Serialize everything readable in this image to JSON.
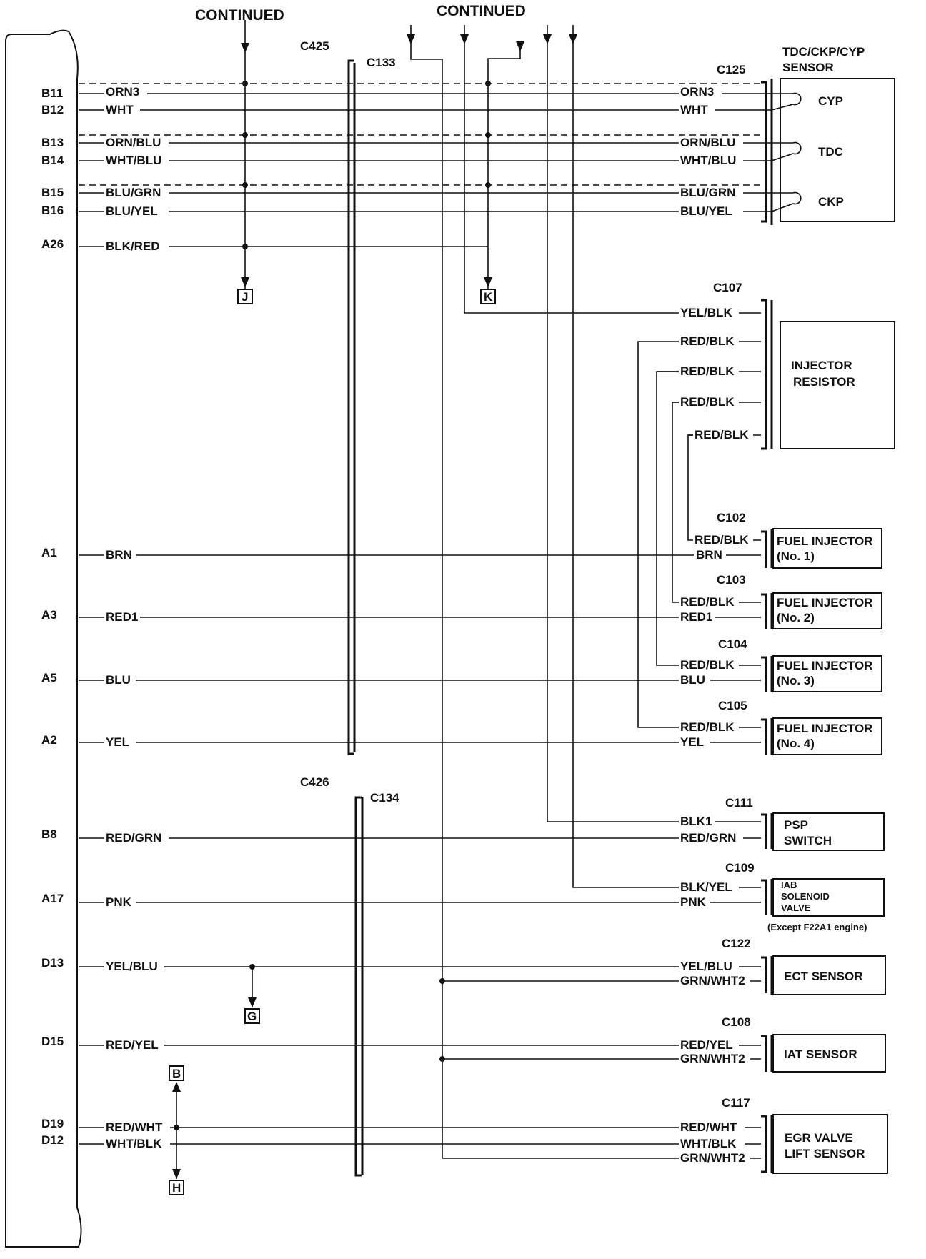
{
  "continued_labels": [
    "CONTINUED",
    "CONTINUED"
  ],
  "pins": [
    {
      "id": "B11",
      "label": "B11"
    },
    {
      "id": "B12",
      "label": "B12"
    },
    {
      "id": "B13",
      "label": "B13"
    },
    {
      "id": "B14",
      "label": "B14"
    },
    {
      "id": "B15",
      "label": "B15"
    },
    {
      "id": "B16",
      "label": "B16"
    },
    {
      "id": "A26",
      "label": "A26"
    },
    {
      "id": "A1",
      "label": "A1"
    },
    {
      "id": "A3",
      "label": "A3"
    },
    {
      "id": "A5",
      "label": "A5"
    },
    {
      "id": "A2",
      "label": "A2"
    },
    {
      "id": "B8",
      "label": "B8"
    },
    {
      "id": "A17",
      "label": "A17"
    },
    {
      "id": "D13",
      "label": "D13"
    },
    {
      "id": "D15",
      "label": "D15"
    },
    {
      "id": "D19",
      "label": "D19"
    },
    {
      "id": "D12",
      "label": "D12"
    }
  ],
  "wires_left": {
    "B11": "ORN3",
    "B12": "WHT",
    "B13": "ORN/BLU",
    "B14": "WHT/BLU",
    "B15": "BLU/GRN",
    "B16": "BLU/YEL",
    "A26": "BLK/RED",
    "A1": "BRN",
    "A3": "RED1",
    "A5": "BLU",
    "A2": "YEL",
    "B8": "RED/GRN",
    "A17": "PNK",
    "D13": "YEL/BLU",
    "D15": "RED/YEL",
    "D19": "RED/WHT",
    "D12": "WHT/BLK"
  },
  "connectors": {
    "C425": "C425",
    "C133": "C133",
    "C426": "C426",
    "C134": "C134",
    "C125": "C125",
    "C107": "C107",
    "C102": "C102",
    "C103": "C103",
    "C104": "C104",
    "C105": "C105",
    "C111": "C111",
    "C109": "C109",
    "C122": "C122",
    "C108": "C108",
    "C117": "C117"
  },
  "ref_boxes": {
    "J": "J",
    "K": "K",
    "G": "G",
    "B": "B",
    "H": "H"
  },
  "components": {
    "tdc_title_1": "TDC/CKP/CYP",
    "tdc_title_2": "SENSOR",
    "cyp": "CYP",
    "tdc": "TDC",
    "ckp": "CKP",
    "injector_resistor_1": "INJECTOR",
    "injector_resistor_2": "RESISTOR",
    "fuel_injector": "FUEL INJECTOR",
    "no1": "(No. 1)",
    "no2": "(No. 2)",
    "no3": "(No. 3)",
    "no4": "(No. 4)",
    "psp_1": "PSP",
    "psp_2": "SWITCH",
    "iab_1": "IAB",
    "iab_2": "SOLENOID",
    "iab_3": "VALVE",
    "iab_note": "(Except F22A1 engine)",
    "ect": "ECT SENSOR",
    "iat": "IAT SENSOR",
    "egr_1": "EGR VALVE",
    "egr_2": "LIFT SENSOR"
  },
  "wires_right": {
    "c125_orn3": "ORN3",
    "c125_wht": "WHT",
    "c125_ornblu": "ORN/BLU",
    "c125_whtblu": "WHT/BLU",
    "c125_blugrn": "BLU/GRN",
    "c125_bluyel": "BLU/YEL",
    "c107_yelblk": "YEL/BLK",
    "redblk": "RED/BLK",
    "c102_brn": "BRN",
    "c103_red1": "RED1",
    "c104_blu": "BLU",
    "c105_yel": "YEL",
    "c111_blk1": "BLK1",
    "c111_redgrn": "RED/GRN",
    "c109_blkyel": "BLK/YEL",
    "c109_pnk": "PNK",
    "c122_yelblu": "YEL/BLU",
    "grnwht2": "GRN/WHT2",
    "c108_redyel": "RED/YEL",
    "c117_redwht": "RED/WHT",
    "c117_whtblk": "WHT/BLK"
  }
}
